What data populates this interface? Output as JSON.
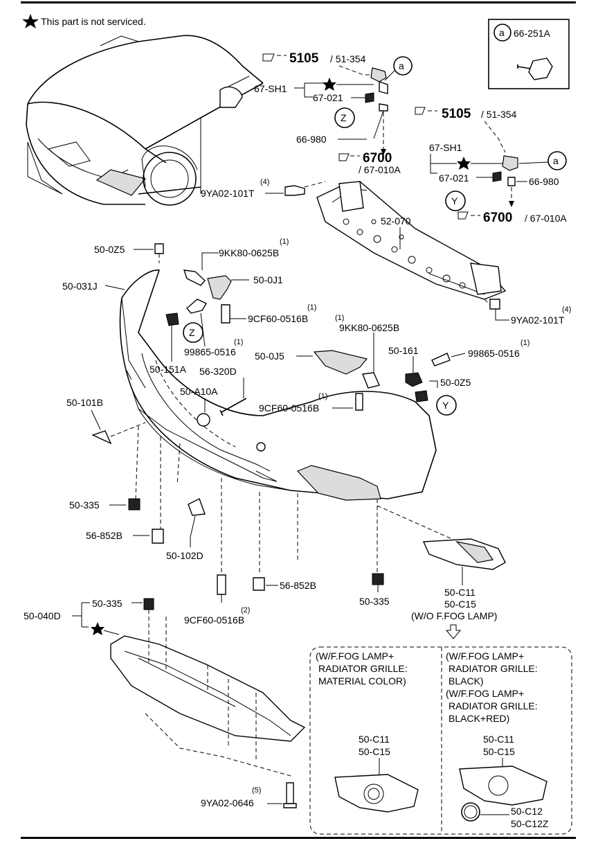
{
  "note": "This part is not serviced.",
  "legend": {
    "letter": "a",
    "part": "66-251A"
  },
  "callouts": {
    "a": "a",
    "z": "Z",
    "y": "Y"
  },
  "refs": {
    "r5105_top": "5105",
    "r51354_top": "/ 51-354",
    "r5105_right": "5105",
    "r51354_right": "/ 51-354",
    "r6700_left": "6700",
    "r67010a_left": "/ 67-010A",
    "r6700_right": "6700",
    "r67010a_right": "/ 67-010A"
  },
  "labels": {
    "sh1_left": "67-SH1",
    "p021_left": "67-021",
    "p980_left": "66-980",
    "sh1_right": "67-SH1",
    "p021_right": "67-021",
    "p980_right": "66-980",
    "bolt_top_left": "9YA02-101T",
    "bolt_top_left_qty": "(4)",
    "reinforcement": "52-070",
    "bolt_right": "9YA02-101T",
    "bolt_right_qty": "(4)",
    "clip_0z5_top": "50-0Z5",
    "screw_9kk_top": "9KK80-0625B",
    "screw_9kk_top_qty": "(1)",
    "bumper": "50-031J",
    "bracket_0j1": "50-0J1",
    "bolt_9cf_top": "9CF60-0516B",
    "bolt_9cf_top_qty": "(1)",
    "screw_998_left": "99865-0516",
    "screw_998_left_qty": "(1)",
    "screw_9kk_mid": "9KK80-0625B",
    "screw_9kk_mid_qty": "(1)",
    "bracket_0j5": "50-0J5",
    "bracket_161": "50-161",
    "screw_998_right": "99865-0516",
    "screw_998_right_qty": "(1)",
    "bracket_151a": "50-151A",
    "wire_320d": "56-320D",
    "cap_a10a": "50-A10A",
    "bolt_9cf_mid": "9CF60-0516B",
    "bolt_9cf_mid_qty": "(1)",
    "clip_0z5_mid": "50-0Z5",
    "cover_101b": "50-101B",
    "nut_335_left": "50-335",
    "clip_852_left": "56-852B",
    "cover_102d": "50-102D",
    "clip_852_mid": "56-852B",
    "nut_335_mid": "50-335",
    "bolt_9cf_low": "9CF60-0516B",
    "bolt_9cf_low_qty": "(2)",
    "fog_c11": "50-C11",
    "fog_c15": "50-C15",
    "fog_wo": "(W/O F.FOG LAMP)",
    "under_040d": "50-040D",
    "nut_335_low": "50-335",
    "bolt_0646": "9YA02-0646",
    "bolt_0646_qty": "(5)"
  },
  "variants": {
    "left_lines": [
      "(W/F.FOG LAMP+",
      "RADIATOR GRILLE:",
      "MATERIAL COLOR)"
    ],
    "right_lines": [
      "(W/F.FOG LAMP+",
      "RADIATOR GRILLE:",
      "BLACK)",
      "(W/F.FOG LAMP+",
      "RADIATOR GRILLE:",
      "BLACK+RED)"
    ],
    "left_c11": "50-C11",
    "left_c15": "50-C15",
    "right_c11": "50-C11",
    "right_c15": "50-C15",
    "right_c12": "50-C12",
    "right_c12z": "50-C12Z"
  }
}
